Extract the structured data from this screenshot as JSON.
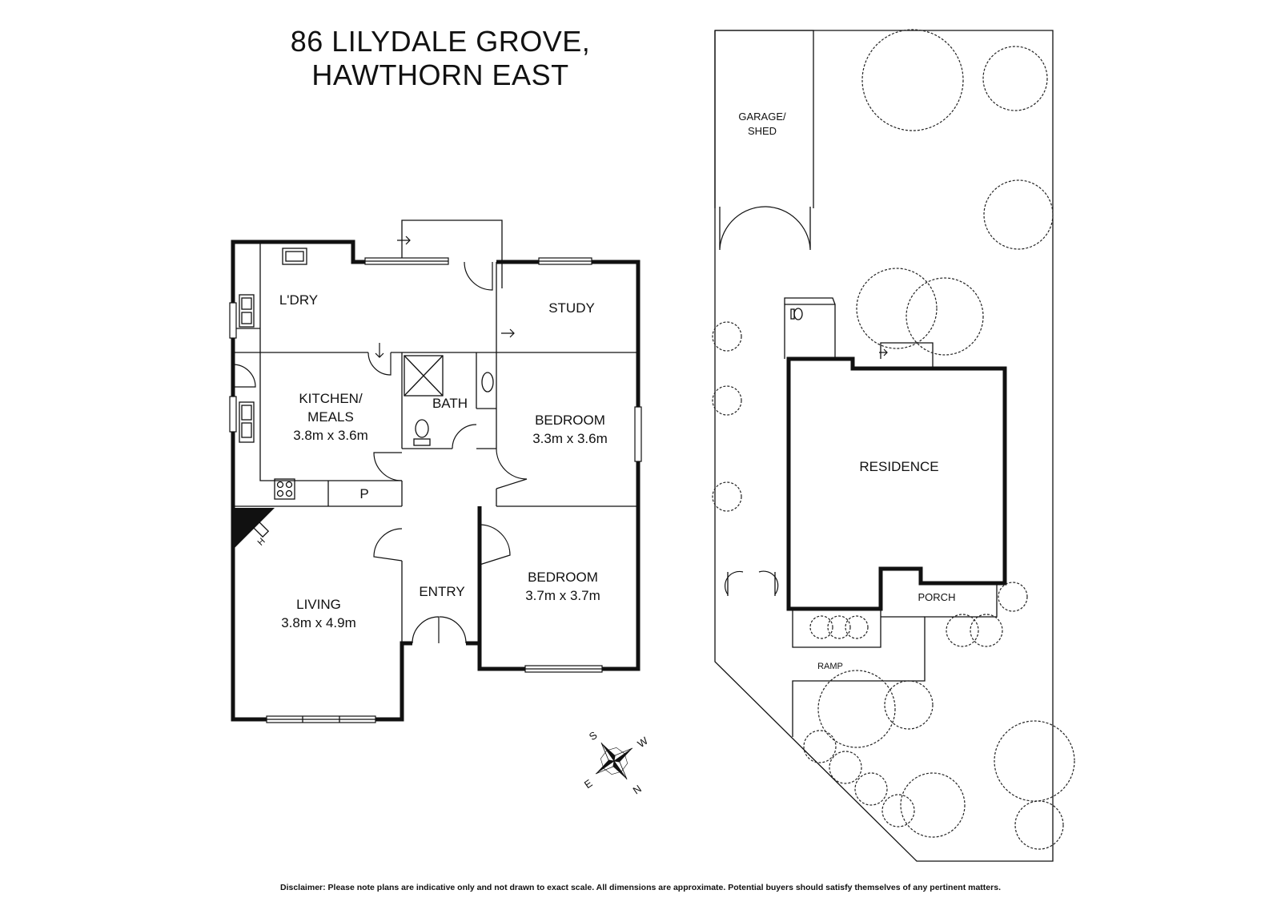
{
  "title": {
    "line1": "86 LILYDALE GROVE,",
    "line2": "HAWTHORN EAST"
  },
  "rooms": {
    "laundry": "L'DRY",
    "study": "STUDY",
    "kitchen_name_1": "KITCHEN/",
    "kitchen_name_2": "MEALS",
    "kitchen_dims": "3.8m x 3.6m",
    "bath": "BATH",
    "bedroom1_name": "BEDROOM",
    "bedroom1_dims": "3.3m x 3.6m",
    "pantry": "P",
    "living_name": "LIVING",
    "living_dims": "3.8m x 4.9m",
    "entry": "ENTRY",
    "bedroom2_name": "BEDROOM",
    "bedroom2_dims": "3.7m x 3.7m",
    "heater": "H"
  },
  "site": {
    "garage_1": "GARAGE/",
    "garage_2": "SHED",
    "residence": "RESIDENCE",
    "porch": "PORCH",
    "ramp": "RAMP"
  },
  "compass": {
    "s": "S",
    "w": "W",
    "e": "E",
    "n": "N"
  },
  "disclaimer": "Disclaimer: Please note plans are indicative only and not drawn to exact scale. All dimensions are approximate. Potential buyers should satisfy themselves of any pertinent matters."
}
